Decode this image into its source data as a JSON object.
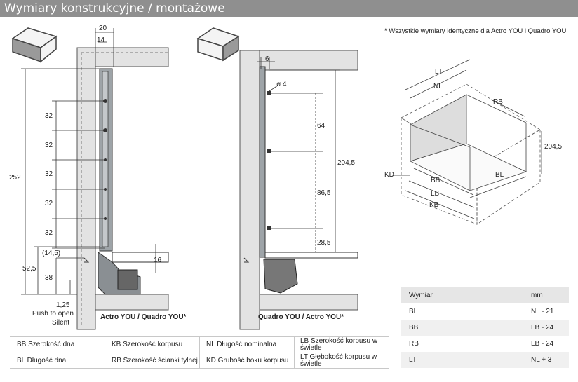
{
  "title": "Wymiary konstrukcyjne / montażowe",
  "note": "* Wszystkie wymiary identyczne dla Actro YOU i Quadro YOU",
  "left_view": {
    "caption": "Actro YOU / Quadro YOU*",
    "dim_top_20": "20",
    "dim_top_14": "14",
    "dim_252": "252",
    "dim_32": [
      "32",
      "32",
      "32",
      "32",
      "32"
    ],
    "dim_14_5": "(14,5)",
    "dim_52_5": "52,5",
    "dim_38": "38",
    "dim_16": "16",
    "dim_1_25": "1,25",
    "push_label": "Push to open",
    "silent_label": "Silent"
  },
  "middle_view": {
    "caption": "Quadro YOU / Actro YOU*",
    "dim_6": "6",
    "dim_d4": "ø 4",
    "dim_64": "64",
    "dim_86_5": "86,5",
    "dim_28_5": "28,5",
    "dim_204_5": "204,5"
  },
  "iso_view": {
    "LT": "LT",
    "NL": "NL",
    "RB": "RB",
    "BB": "BB",
    "LB": "LB",
    "KB": "KB",
    "KD": "KD",
    "BL": "BL",
    "height": "204,5"
  },
  "legend": [
    [
      "BB Szerokość dna",
      "KB Szerokość korpusu",
      "NL Długość nominalna",
      "LB Szerokość korpusu w świetle"
    ],
    [
      "BL Długość dna",
      "RB Szerokość ścianki tylnej",
      "KD Grubość boku korpusu",
      "LT Głębokość korpusu w świetle"
    ]
  ],
  "table": {
    "header": [
      "Wymiar",
      "mm"
    ],
    "rows": [
      [
        "BL",
        "NL - 21"
      ],
      [
        "BB",
        "LB - 24"
      ],
      [
        "RB",
        "LB - 24"
      ],
      [
        "LT",
        "NL + 3"
      ]
    ]
  },
  "colors": {
    "title_bg": "#8f8f8f",
    "panel": "#e3e3e3",
    "table_header": "#e6e6e6",
    "table_alt": "#f0f0f0"
  }
}
